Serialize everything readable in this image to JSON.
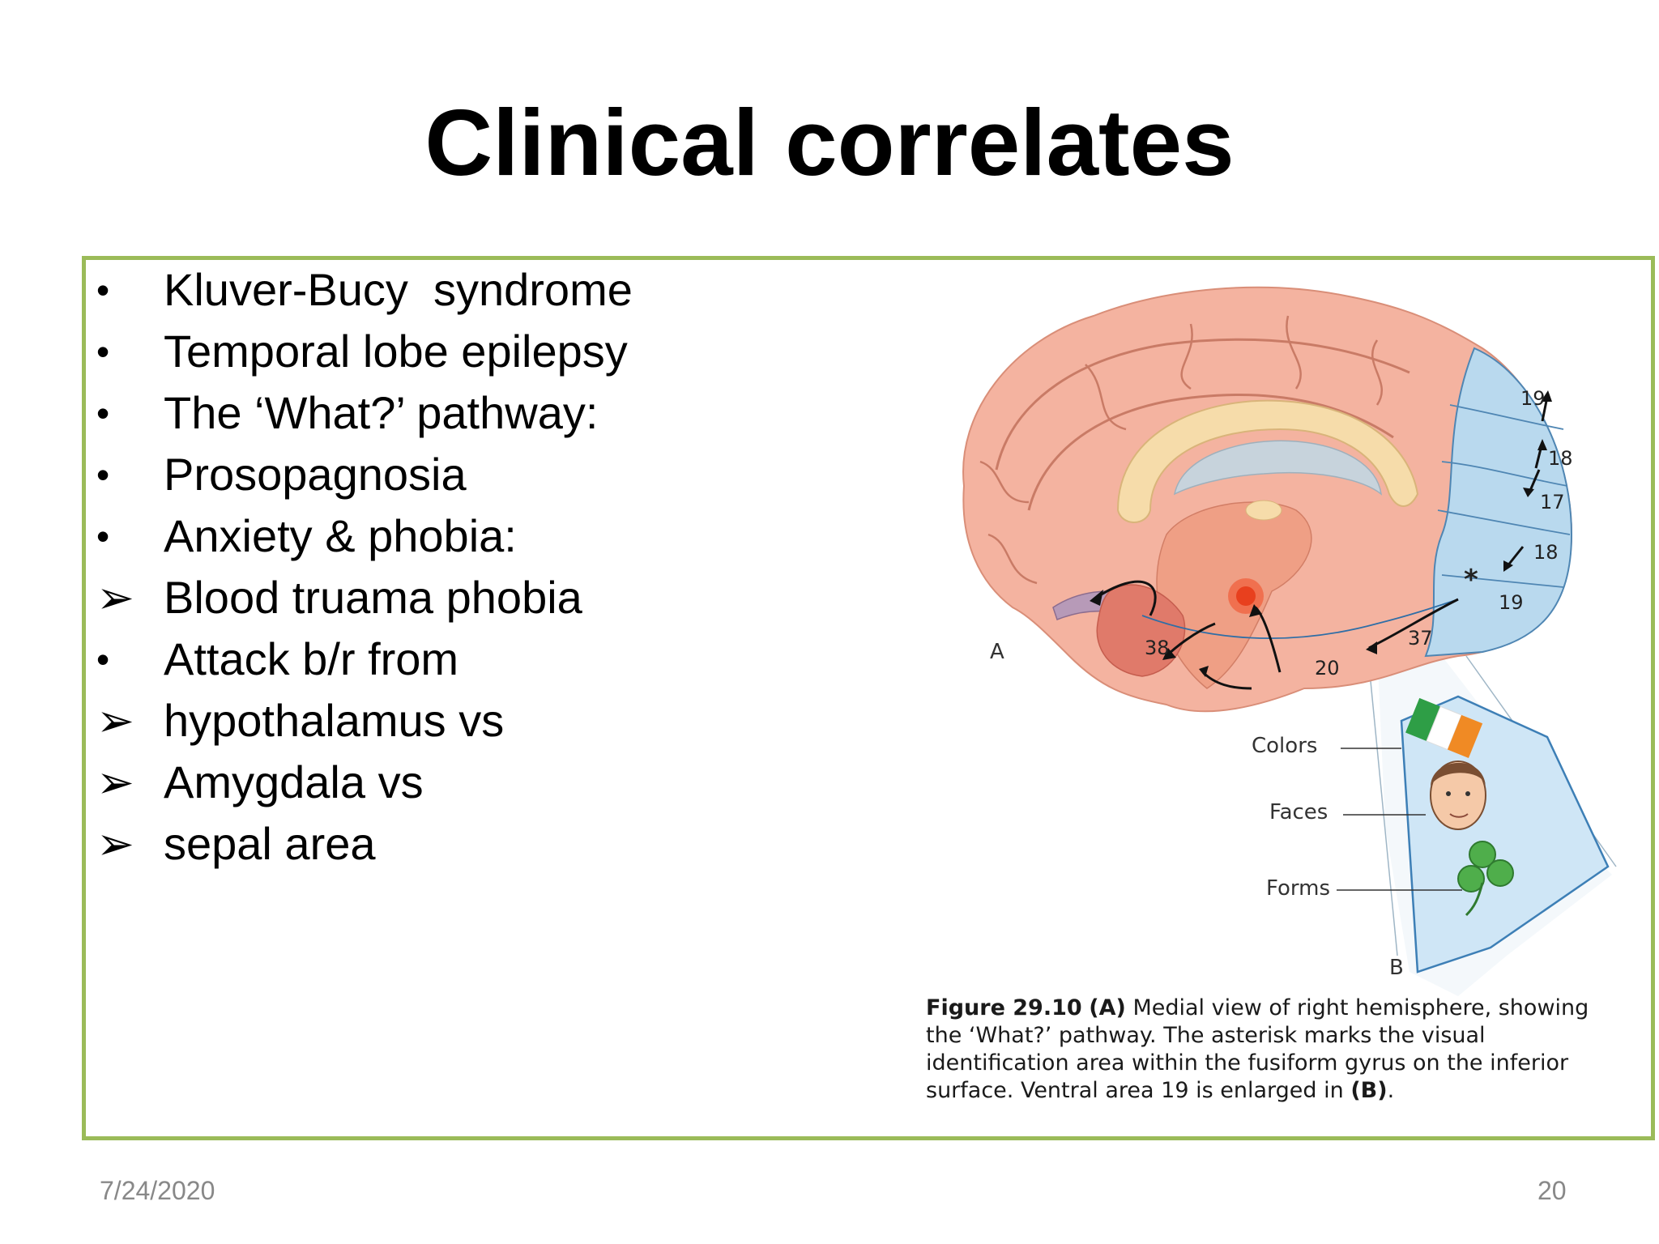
{
  "title": "Clinical correlates",
  "bullets": [
    {
      "marker": "•",
      "text": "Kluver-Bucy  syndrome"
    },
    {
      "marker": "•",
      "text": "Temporal lobe epilepsy"
    },
    {
      "marker": "•",
      "text": "The ‘What?’ pathway:"
    },
    {
      "marker": "•",
      "text": "Prosopagnosia"
    },
    {
      "marker": "•",
      "text": "Anxiety & phobia:"
    },
    {
      "marker": "➢",
      "text": "Blood truama phobia"
    },
    {
      "marker": "•",
      "text": "Attack b/r from"
    },
    {
      "marker": "➢",
      "text": "hypothalamus vs"
    },
    {
      "marker": "➢",
      "text": "Amygdala vs"
    },
    {
      "marker": "➢",
      "text": "sepal area"
    }
  ],
  "figure": {
    "panel_a": "A",
    "panel_b": "B",
    "areas": {
      "a19_top": "19",
      "a18_top": "18",
      "a17": "17",
      "a18_bottom": "18",
      "a19_bottom": "19",
      "a37": "37",
      "a38": "38",
      "a20": "20"
    },
    "asterisk": "*",
    "labels": {
      "colors": "Colors",
      "faces": "Faces",
      "forms": "Forms"
    },
    "caption": {
      "figure_number": "Figure 29.10",
      "panel_a_ref": "(A)",
      "text_1": " Medial view of right hemisphere, showing the ‘What?’ pathway. The asterisk marks the visual identification area within the fusiform gyrus on the inferior surface. Ventral area 19 is enlarged in ",
      "panel_b_ref": "(B)",
      "text_2": "."
    }
  },
  "footer": {
    "date": "7/24/2020",
    "page": "20"
  },
  "colors": {
    "frame": "#9bbb59",
    "brain": "#f4b3a0",
    "occipital": "#b9d9ee",
    "temporal_pole": "#e07a6a"
  }
}
